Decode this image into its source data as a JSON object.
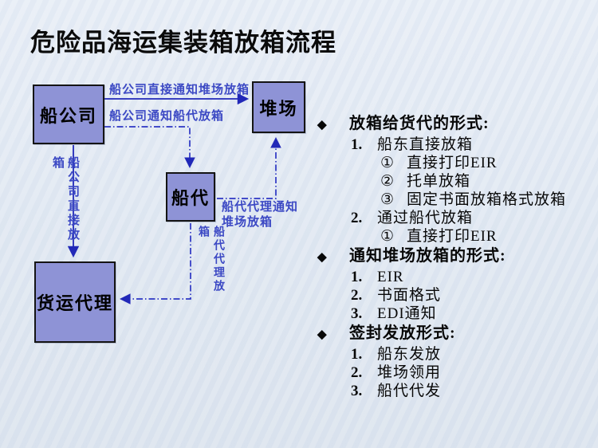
{
  "title": "危险品海运集装箱放箱流程",
  "colors": {
    "background": "#dfe7f1",
    "node_fill": "#8e93d6",
    "node_border": "#141414",
    "arrow_blue": "#2128b8",
    "edge_label_blue": "#3c49c4",
    "text_black": "#0b0b0b"
  },
  "flowchart": {
    "nodes": [
      {
        "id": "shipping-company",
        "label": "船公司"
      },
      {
        "id": "yard",
        "label": "堆场"
      },
      {
        "id": "ship-agent",
        "label": "船代"
      },
      {
        "id": "freight-forwarder",
        "label": "货运代理"
      }
    ],
    "edges": [
      {
        "from": "shipping-company",
        "to": "yard",
        "style": "solid",
        "label": "船公司直接通知堆场放箱"
      },
      {
        "from": "shipping-company",
        "to": "ship-agent",
        "style": "dash-dot",
        "label": "船公司通知船代放箱"
      },
      {
        "from": "ship-agent",
        "to": "yard",
        "style": "dash-dot",
        "label": "船代代理通知堆场放箱"
      },
      {
        "from": "shipping-company",
        "to": "freight-forwarder",
        "style": "solid",
        "label": "船公司直接放箱"
      },
      {
        "from": "ship-agent",
        "to": "freight-forwarder",
        "style": "dash-dot",
        "label": "船代代理放箱"
      }
    ],
    "edge_labels": {
      "direct_notify_yard": "船公司直接通知堆场放箱",
      "notify_agent": "船公司通知船代放箱",
      "agent_notify_yard_line1": "船代代理通知",
      "agent_notify_yard_line2": "堆场放箱",
      "company_direct_release": "船公司直接放箱",
      "agent_release": "船代代理放箱"
    }
  },
  "notes": {
    "bullet_icon": "◆",
    "sections": [
      {
        "header": "放箱给货代的形式:",
        "items": [
          {
            "marker": "1.",
            "text": "船东直接放箱",
            "level": 1
          },
          {
            "marker": "①",
            "text": "直接打印EIR",
            "level": 2
          },
          {
            "marker": "②",
            "text": "托单放箱",
            "level": 2
          },
          {
            "marker": "③",
            "text": "固定书面放箱格式放箱",
            "level": 2
          },
          {
            "marker": "2.",
            "text": "通过船代放箱",
            "level": 1
          },
          {
            "marker": "①",
            "text": "直接打印EIR",
            "level": 2
          }
        ]
      },
      {
        "header": "通知堆场放箱的形式:",
        "items": [
          {
            "marker": "1.",
            "text": "EIR",
            "level": 1
          },
          {
            "marker": "2.",
            "text": "书面格式",
            "level": 1
          },
          {
            "marker": "3.",
            "text": "EDI通知",
            "level": 1
          }
        ]
      },
      {
        "header": "签封发放形式:",
        "items": [
          {
            "marker": "1.",
            "text": "船东发放",
            "level": 1
          },
          {
            "marker": "2.",
            "text": "堆场领用",
            "level": 1
          },
          {
            "marker": "3.",
            "text": "船代代发",
            "level": 1
          }
        ]
      }
    ]
  }
}
